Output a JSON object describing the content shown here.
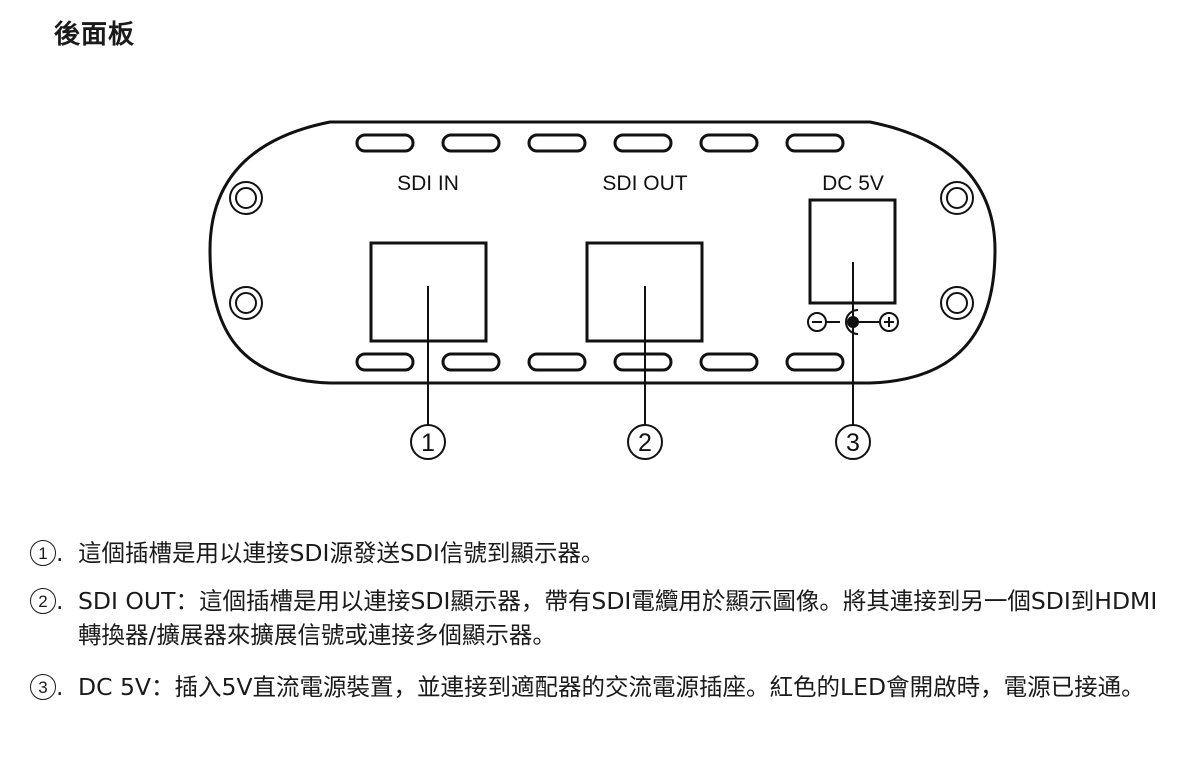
{
  "title": "後面板",
  "panel": {
    "labels": {
      "sdi_in": "SDI IN",
      "sdi_out": "SDI OUT",
      "dc": "DC 5V"
    },
    "polarity": {
      "minus": "−",
      "plus": "+"
    },
    "callouts": [
      "1",
      "2",
      "3"
    ]
  },
  "descriptions": [
    {
      "num": "1",
      "sep": ".",
      "text": "這個插槽是用以連接SDI源發送SDI信號到顯示器。"
    },
    {
      "num": "2",
      "sep": ".",
      "text": "SDI OUT：這個插槽是用以連接SDI顯示器，帶有SDI電纜用於顯示圖像。將其連接到另一個SDI到HDMI 轉換器/擴展器來擴展信號或連接多個顯示器。"
    },
    {
      "num": "3",
      "sep": ".",
      "text": "DC 5V：插入5V直流電源裝置，並連接到適配器的交流電源插座。紅色的LED會開啟時，電源已接通。"
    }
  ]
}
